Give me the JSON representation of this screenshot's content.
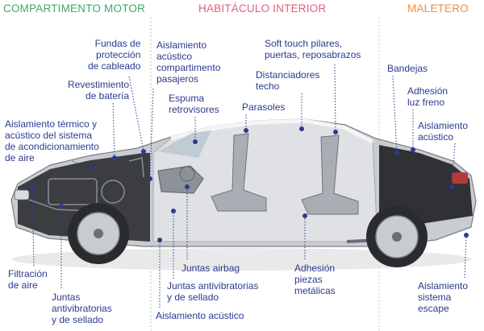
{
  "sections": [
    {
      "id": "motor",
      "title": "COMPARTIMENTO MOTOR",
      "color": "#3aaa6a"
    },
    {
      "id": "interior",
      "title": "HABITÁCULO INTERIOR",
      "color": "#e0607a"
    },
    {
      "id": "trunk",
      "title": "MALETERO",
      "color": "#f08a3c"
    }
  ],
  "colors": {
    "label": "#2b3a8f",
    "leader": "#2b3a8f",
    "dot": "#2b3a8f"
  },
  "labels": [
    {
      "id": "fundas",
      "text": "Fundas de\nprotección\nde cableado"
    },
    {
      "id": "revestimiento",
      "text": "Revestimiento\nde batería"
    },
    {
      "id": "aislamiento-termico",
      "text": "Aislamiento térmico y\nacústico del sistema\nde acondicionamiento\nde aire"
    },
    {
      "id": "filtracion",
      "text": "Filtración\nde aire"
    },
    {
      "id": "juntas-antivib-1",
      "text": "Juntas\nantivibratorias\ny de sellado"
    },
    {
      "id": "aislamiento-pasajeros",
      "text": "Aislamiento\nacústico\ncompartimento\npasajeros"
    },
    {
      "id": "espuma",
      "text": "Espuma\nretrovisores"
    },
    {
      "id": "parasoles",
      "text": "Parasoles"
    },
    {
      "id": "soft-touch",
      "text": "Soft touch pilares,\npuertas, reposabrazos"
    },
    {
      "id": "distanciadores",
      "text": "Distanciadores\ntecho"
    },
    {
      "id": "juntas-airbag",
      "text": "Juntas airbag"
    },
    {
      "id": "juntas-antivib-2",
      "text": "Juntas antivibratorias\ny de sellado"
    },
    {
      "id": "aislamiento-acustico-bajo",
      "text": "Aislamiento acústico"
    },
    {
      "id": "adhesion-metalicas",
      "text": "Adhesión\npiezas\nmetálicas"
    },
    {
      "id": "bandejas",
      "text": "Bandejas"
    },
    {
      "id": "adhesion-luz",
      "text": "Adhesión\nluz freno"
    },
    {
      "id": "aislamiento-acustico-maletero",
      "text": "Aislamiento\nacústico"
    },
    {
      "id": "aislamiento-escape",
      "text": "Aislamiento\nsistema\nescape"
    }
  ]
}
